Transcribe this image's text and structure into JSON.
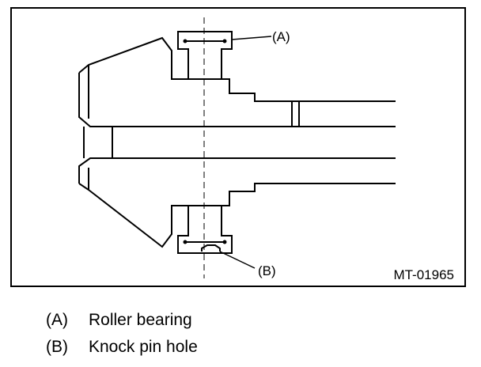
{
  "figure": {
    "code": "MT-01965",
    "callouts": [
      {
        "key": "A",
        "label": "(A)"
      },
      {
        "key": "B",
        "label": "(B)"
      }
    ]
  },
  "legend": [
    {
      "key": "(A)",
      "text": "Roller bearing"
    },
    {
      "key": "(B)",
      "text": "Knock pin hole"
    }
  ]
}
